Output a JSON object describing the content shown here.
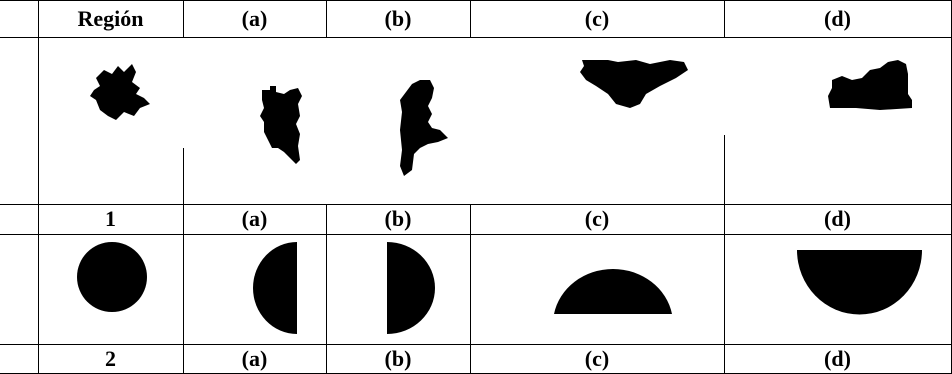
{
  "header": {
    "region_label": "Región",
    "col_a": "(a)",
    "col_b": "(b)",
    "col_c": "(c)",
    "col_d": "(d)"
  },
  "region1": {
    "number": "1",
    "col_a": "(a)",
    "col_b": "(b)",
    "col_c": "(c)",
    "col_d": "(d)",
    "shape_icon": "leaf-silhouette"
  },
  "region2": {
    "number": "2",
    "col_a": "(a)",
    "col_b": "(b)",
    "col_c": "(c)",
    "col_d": "(d)",
    "shape_icon": "circle"
  },
  "colors": {
    "line": "#000000",
    "fill": "#000000",
    "background": "#ffffff"
  }
}
